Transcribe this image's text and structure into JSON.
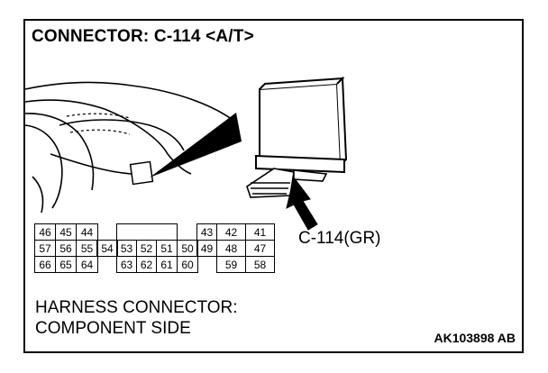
{
  "title": "CONNECTOR: C-114 <A/T>",
  "callout_label": "C-114(GR)",
  "harness_line1": "HARNESS CONNECTOR:",
  "harness_line2": "COMPONENT SIDE",
  "figure_code": "AK103898 AB",
  "left_block": {
    "rows": [
      [
        "46",
        "45",
        "44"
      ],
      [
        "57",
        "56",
        "55"
      ],
      [
        "66",
        "65",
        "64"
      ]
    ]
  },
  "mid_pin": "54",
  "center_block": {
    "rows": [
      [
        "",
        "",
        "",
        ""
      ],
      [
        "53",
        "52",
        "51",
        "50"
      ],
      [
        "63",
        "62",
        "61",
        "60"
      ]
    ]
  },
  "right_block": {
    "rows": [
      [
        "43",
        "42",
        "41"
      ],
      [
        "49",
        "48",
        "47"
      ],
      [
        "",
        "59",
        "58"
      ]
    ]
  }
}
